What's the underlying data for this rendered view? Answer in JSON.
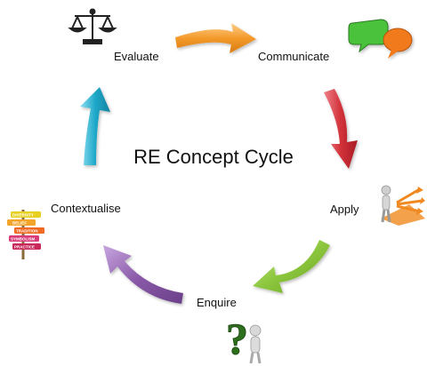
{
  "diagram": {
    "title": "RE Concept Cycle",
    "stages": [
      {
        "id": "evaluate",
        "label": "Evaluate",
        "icon": "scales-icon"
      },
      {
        "id": "communicate",
        "label": "Communicate",
        "icon": "speech-bubbles-icon"
      },
      {
        "id": "apply",
        "label": "Apply",
        "icon": "person-arrows-icon"
      },
      {
        "id": "enquire",
        "label": "Enquire",
        "icon": "question-person-icon"
      },
      {
        "id": "contextualise",
        "label": "Contextualise",
        "icon": "signpost-icon"
      }
    ],
    "signpost_words": [
      "DIVERSITY",
      "BELIEF",
      "TRADITION",
      "SYMBOLISM",
      "PRACTICE"
    ],
    "colors": {
      "arrow_evaluate_communicate": "#f39a2b",
      "arrow_communicate_apply": "#d2323a",
      "arrow_apply_enquire": "#8cc63e",
      "arrow_enquire_contextualise": "#8a5aa8",
      "arrow_contextualise_evaluate": "#1fa8c9"
    }
  }
}
